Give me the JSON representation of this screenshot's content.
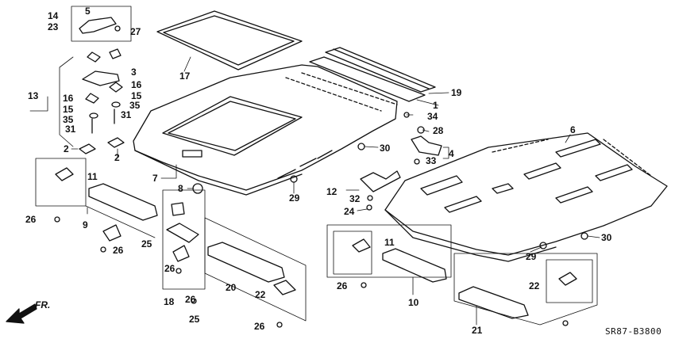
{
  "diagram_code": "SR87-B3800",
  "direction_label": "FR.",
  "callouts": {
    "p1": "1",
    "p2a": "2",
    "p2b": "2",
    "p3": "3",
    "p4": "4",
    "p5": "5",
    "p6": "6",
    "p7": "7",
    "p8": "8",
    "p9": "9",
    "p10": "10",
    "p11a": "11",
    "p11b": "11",
    "p12": "12",
    "p13": "13",
    "p14": "14",
    "p15a": "15",
    "p15b": "15",
    "p16a": "16",
    "p16b": "16",
    "p17": "17",
    "p18": "18",
    "p19": "19",
    "p20": "20",
    "p21": "21",
    "p22a": "22",
    "p22b": "22",
    "p23": "23",
    "p24": "24",
    "p25a": "25",
    "p25b": "25",
    "p26a": "26",
    "p26b": "26",
    "p26c": "26",
    "p26d": "26",
    "p26e": "26",
    "p26f": "26",
    "p27": "27",
    "p28": "28",
    "p29a": "29",
    "p29b": "29",
    "p30a": "30",
    "p30b": "30",
    "p31a": "31",
    "p31b": "31",
    "p32": "32",
    "p33": "33",
    "p34": "34",
    "p35a": "35",
    "p35b": "35"
  }
}
